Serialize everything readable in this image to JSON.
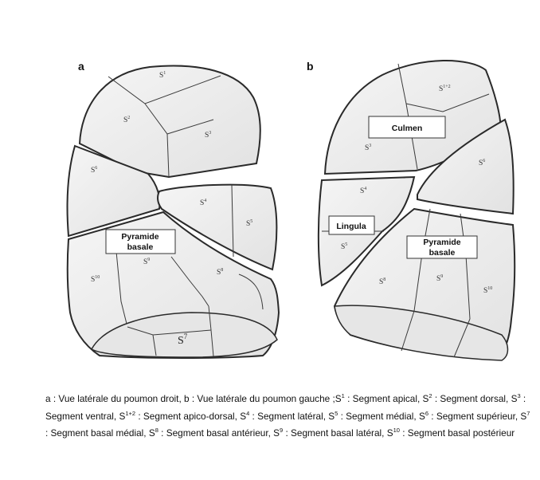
{
  "panels": {
    "a": {
      "letter": "a"
    },
    "b": {
      "letter": "b"
    }
  },
  "right_lung": {
    "s1": {
      "base": "S",
      "sup": "1"
    },
    "s2": {
      "base": "S",
      "sup": "2"
    },
    "s3": {
      "base": "S",
      "sup": "3"
    },
    "s4": {
      "base": "S",
      "sup": "4"
    },
    "s5": {
      "base": "S",
      "sup": "5"
    },
    "s6": {
      "base": "S",
      "sup": "6"
    },
    "s7": {
      "base": "S",
      "sup": "7"
    },
    "s8": {
      "base": "S",
      "sup": "8"
    },
    "s9": {
      "base": "S",
      "sup": "9"
    },
    "s10": {
      "base": "S",
      "sup": "10"
    },
    "pyramide_label_line1": "Pyramide",
    "pyramide_label_line2": "basale"
  },
  "left_lung": {
    "s1_2": {
      "base": "S",
      "sup": "1+2"
    },
    "s3": {
      "base": "S",
      "sup": "3"
    },
    "s4": {
      "base": "S",
      "sup": "4"
    },
    "s5": {
      "base": "S",
      "sup": "5"
    },
    "s6": {
      "base": "S",
      "sup": "6"
    },
    "s8": {
      "base": "S",
      "sup": "8"
    },
    "s9": {
      "base": "S",
      "sup": "9"
    },
    "s10": {
      "base": "S",
      "sup": "10"
    },
    "culmen_label": "Culmen",
    "lingula_label": "Lingula",
    "pyramide_label_line1": "Pyramide",
    "pyramide_label_line2": "basale"
  },
  "caption": {
    "segments": [
      {
        "t": "a : Vue latérale du poumon droit, b : Vue latérale du poumon gauche ;S"
      },
      {
        "sup": "1"
      },
      {
        "t": " : Segment apical, S"
      },
      {
        "sup": "2"
      },
      {
        "t": " : Segment dorsal, S"
      },
      {
        "sup": "3"
      },
      {
        "t": " : Segment ventral, S"
      },
      {
        "sup": "1+2"
      },
      {
        "t": " : Segment apico-dorsal, S"
      },
      {
        "sup": "4"
      },
      {
        "t": " : Segment latéral, S"
      },
      {
        "sup": "5"
      },
      {
        "t": " : Segment médial, S"
      },
      {
        "sup": "6"
      },
      {
        "t": " : Segment supérieur, S"
      },
      {
        "sup": "7"
      },
      {
        "t": " : Segment basal médial, S"
      },
      {
        "sup": "8"
      },
      {
        "t": " : Segment basal antérieur, S"
      },
      {
        "sup": "9"
      },
      {
        "t": " : Segment basal latéral, S"
      },
      {
        "sup": "10"
      },
      {
        "t": " : Segment basal postérieur"
      }
    ]
  },
  "colors": {
    "lobe_fill": "#ececec",
    "lobe_stroke": "#2a2a2a",
    "label_box_fill": "#ffffff"
  }
}
